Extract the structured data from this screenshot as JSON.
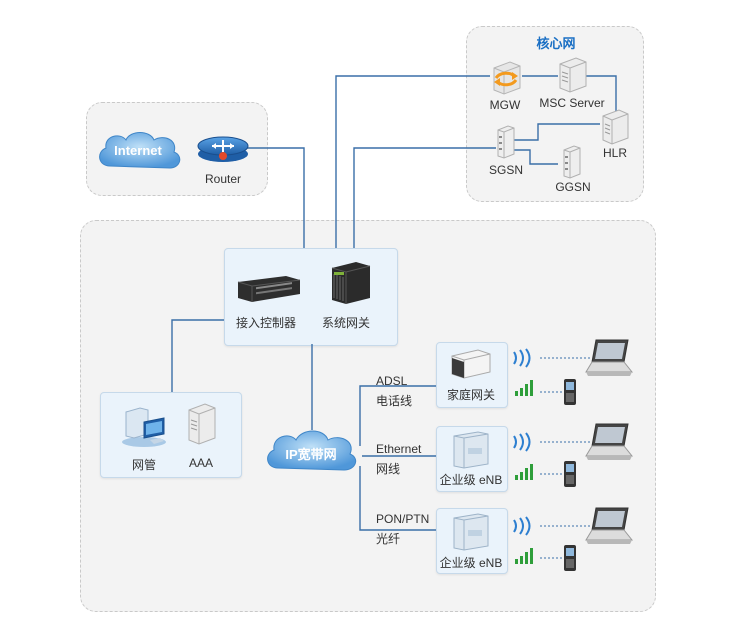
{
  "core": {
    "title": "核心网",
    "mgw": "MGW",
    "msc": "MSC Server",
    "sgsn": "SGSN",
    "hlr": "HLR",
    "ggsn": "GGSN"
  },
  "internet": {
    "cloud": "Internet",
    "router": "Router"
  },
  "access": {
    "controller": "接入控制器",
    "gateway": "系统网关",
    "nms": "网管",
    "aaa": "AAA",
    "ip_cloud": "IP宽带网"
  },
  "links": {
    "adsl": "ADSL",
    "adsl_sub": "电话线",
    "ethernet": "Ethernet",
    "ethernet_sub": "网线",
    "pon": "PON/PTN",
    "pon_sub": "光纤"
  },
  "devices": {
    "home_gw": "家庭网关",
    "enb1": "企业级 eNB",
    "enb2": "企业级 eNB"
  },
  "colors": {
    "line": "#3a6fa8",
    "accent": "#1a6fc4",
    "cloud": "#4f97d9",
    "signal_blue": "#2d7fd0",
    "signal_green": "#2e9e3a"
  }
}
